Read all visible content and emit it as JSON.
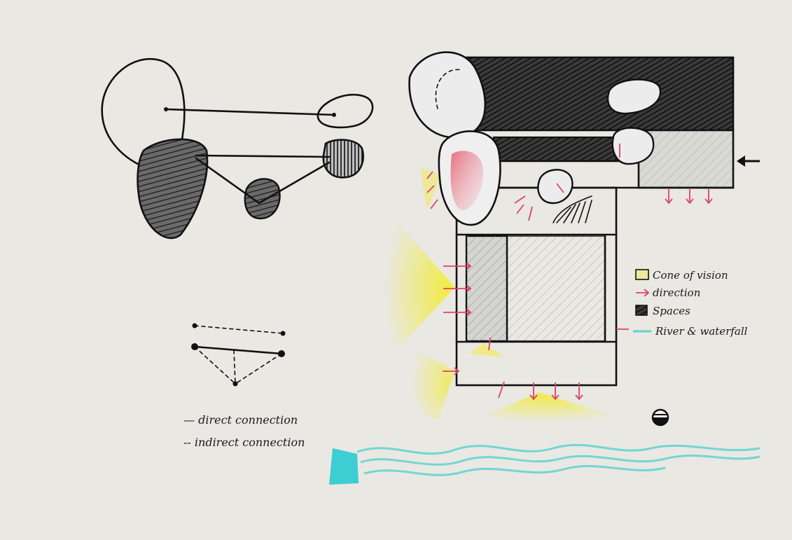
{
  "legend_left": {
    "direct": "— direct connection",
    "indirect": "-- indirect connection"
  },
  "legend_right": {
    "items": [
      {
        "label": "Cone of vision",
        "swatch": "cone"
      },
      {
        "label": "direction",
        "swatch": "arrow"
      },
      {
        "label": "Spaces",
        "swatch": "spaces"
      },
      {
        "label": "River & waterfall",
        "swatch": "river"
      }
    ]
  },
  "colors": {
    "paper": "#e9e8e2",
    "ink": "#111111",
    "cone": "#f1ea3c",
    "direction": "#e0406a",
    "river": "#5fd3d1",
    "waterfall": "#1ec9d0"
  },
  "icons": [
    "entrance-arrow-icon",
    "north-symbol-icon"
  ]
}
